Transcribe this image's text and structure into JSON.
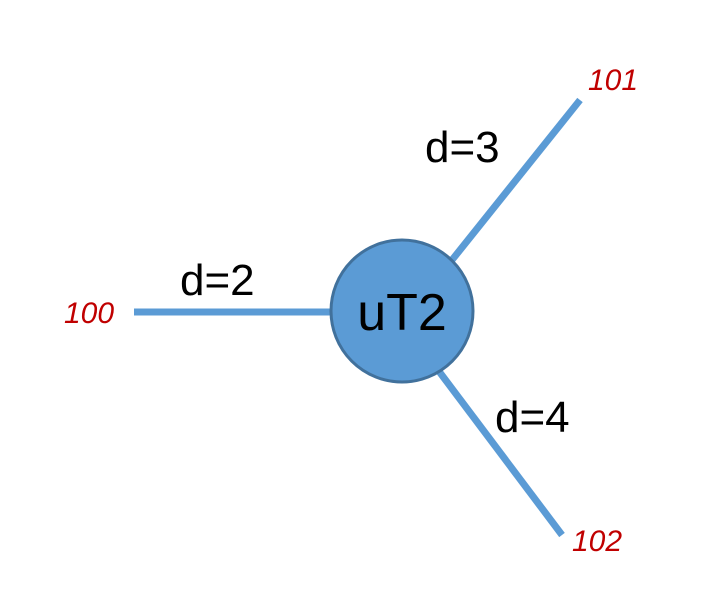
{
  "colors": {
    "edge": "#5B9BD5",
    "node_fill": "#5B9BD5",
    "node_stroke": "#41719C",
    "edge_label": "#000000",
    "leaf_label": "#C00000",
    "node_label": "#000000"
  },
  "center_node": {
    "label": "uT2"
  },
  "edges": [
    {
      "distance_label": "d=2",
      "leaf_label": "100"
    },
    {
      "distance_label": "d=3",
      "leaf_label": "101"
    },
    {
      "distance_label": "d=4",
      "leaf_label": "102"
    }
  ]
}
